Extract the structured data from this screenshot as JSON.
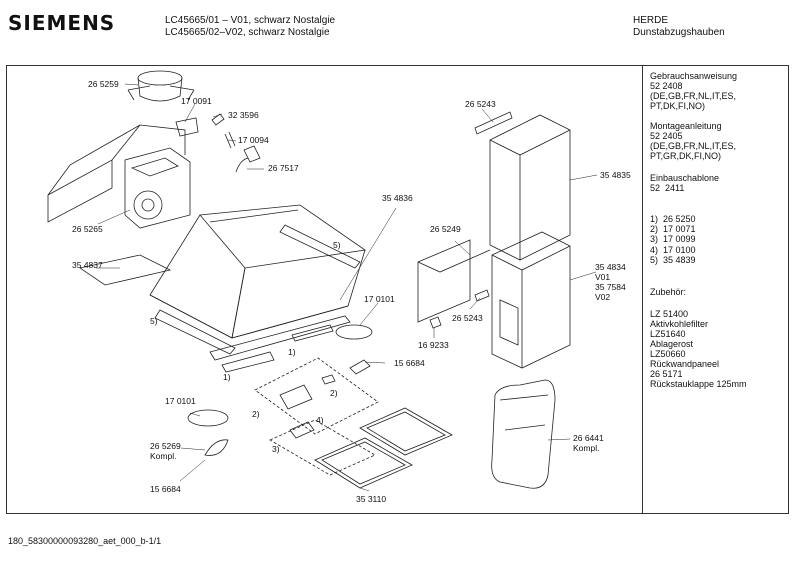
{
  "header": {
    "brand": "SIEMENS",
    "model_line1": "LC45665/01 – V01, schwarz Nostalgie",
    "model_line2": "LC45665/02–V02, schwarz Nostalgie",
    "category": "HERDE",
    "subcategory": "Dunstabzugshauben"
  },
  "sidebar": {
    "manual1_title": "Gebrauchsanweisung",
    "manual1_no": "52 2408",
    "manual1_langs1": "(DE,GB,FR,NL,IT,ES,",
    "manual1_langs2": "PT,DK,FI,NO)",
    "manual2_title": "Montageanleitung",
    "manual2_no": "52 2405",
    "manual2_langs1": "(DE,GB,FR,NL,IT,ES,",
    "manual2_langs2": "PT,GR,DK,FI,NO)",
    "template_title": "Einbauschablone",
    "template_no": "52  2411",
    "list": [
      "1)  26 5250",
      "2)  17 0071",
      "3)  17 0099",
      "4)  17 0100",
      "5)  35 4839"
    ],
    "accessories_title": "Zubehör:",
    "accessories": [
      "LZ 51400",
      "Aktivkohlefilter",
      "LZ51640",
      "Ablagerost",
      "LZ50660",
      "Rückwandpaneel",
      "26 5171",
      "Rückstauklappe 125mm"
    ]
  },
  "parts": {
    "p265259": "26 5259",
    "p170091": "17 0091",
    "p323596": "32 3596",
    "p170094": "17 0094",
    "p267517": "26 7517",
    "p265243a": "26 5243",
    "p354835": "35 4835",
    "p265265": "26 5265",
    "p354836": "35 4836",
    "p354837": "35 4837",
    "p5a": "5)",
    "p5b": "5)",
    "p265249": "26 5249",
    "p354834": "35 4834",
    "pv01": "V01",
    "p357584": "35 7584",
    "pv02": "V02",
    "p265243b": "26 5243",
    "p169233": "16 9233",
    "p170101a": "17 0101",
    "p1a": "1)",
    "p1b": "1)",
    "p156684a": "15 6684",
    "p2a": "2)",
    "p2b": "2)",
    "p170101b": "17 0101",
    "p3": "3)",
    "p4": "4)",
    "p265269": "26 5269",
    "pkompl1": "Kompl.",
    "p156684b": "15 6684",
    "p353110": "35 3110",
    "p266441": "26 6441",
    "pkompl2": "Kompl."
  },
  "footer": "180_58300000093280_aet_000_b-1/1"
}
